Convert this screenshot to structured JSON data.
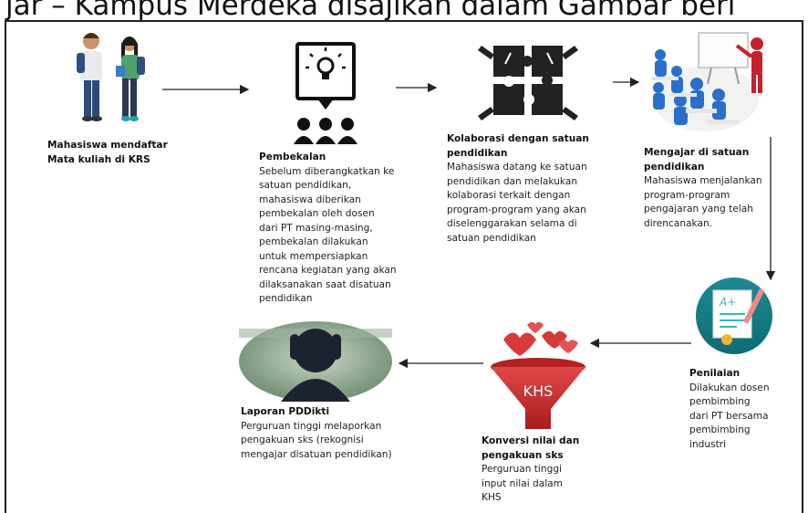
{
  "header": {
    "text": "jar – Kampus Merdeka disajikan dalam Gambar beri"
  },
  "steps": [
    {
      "title": "Mahasiswa mendaftar\nMata kuliah di KRS",
      "desc": ""
    },
    {
      "title": "Pembekalan",
      "desc": "Sebelum diberangkatkan ke\nsatuan pendidikan,\nmahasiswa diberikan\npembekalan oleh dosen\ndari PT masing-masing,\npembekalan dilakukan\nuntuk mempersiapkan\nrencana kegiatan yang akan\ndilaksanakan saat disatuan\npendidikan"
    },
    {
      "title": "Kolaborasi dengan satuan\npendidikan",
      "desc": "Mahasiswa datang ke satuan\npendidikan dan melakukan\nkolaborasi terkait dengan\nprogram-program yang akan\ndiselenggarakan selama di\nsatuan pendidikan"
    },
    {
      "title": "Mengajar di satuan\npendidikan",
      "desc": "Mahasiswa menjalankan\nprogram-program\npengajaran yang telah\ndirencanakan."
    },
    {
      "title": "Penilaian",
      "desc": "Dilakukan dosen\npembimbing\ndari PT bersama\npembimbing\nindustri"
    },
    {
      "title": "Konversi nilai dan\npengakuan sks",
      "desc": "Perguruan tinggi\ninput nilai dalam\nKHS"
    },
    {
      "title": "Laporan PDDikti",
      "desc": "Perguruan tinggi melaporkan\npengakuan sks (rekognisi\nmengajar disatuan pendidikan)"
    }
  ],
  "icons": {
    "funnel_label": "KHS",
    "grade_label": "A+"
  },
  "colors": {
    "arrow_glow": "#e8a0a0",
    "arrow_line": "#8b0000",
    "student_dark": "#2f4f7f",
    "people_blue": "#2a6fc9"
  }
}
